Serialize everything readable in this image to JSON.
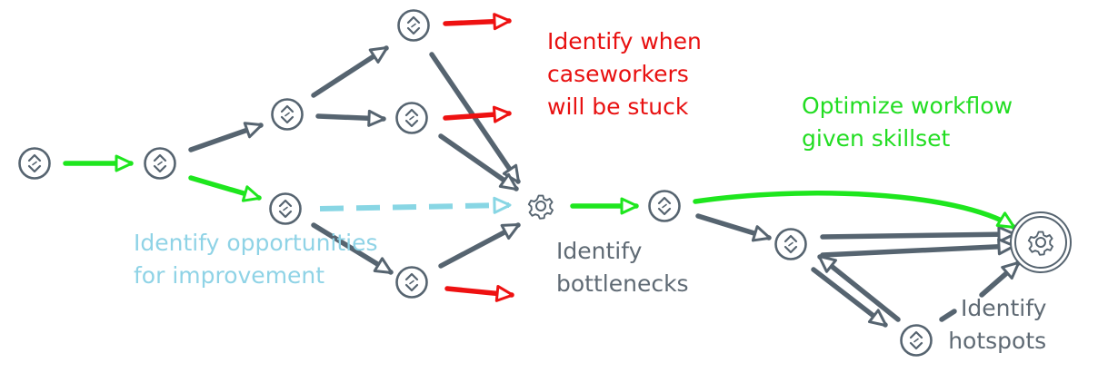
{
  "labels": {
    "stuck": [
      "Identify when",
      "caseworkers",
      "will be stuck"
    ],
    "optimize": [
      "Optimize workflow",
      "given skillset"
    ],
    "opportunities": [
      "Identify opportunities",
      "for improvement"
    ],
    "bottlenecks": [
      "Identify",
      "bottlenecks"
    ],
    "hotspots": [
      "Identify",
      "hotspots"
    ]
  },
  "colors": {
    "node": "#566470",
    "edge": "#566470",
    "green": "#1ee61e",
    "red": "#ee1111",
    "cyan": "#88d6e4",
    "stuck_text": "#e81010",
    "optimize_text": "#22dd22",
    "opportunities_text": "#8fd3e6",
    "gray_text": "#5f6a74"
  },
  "node_icons": {
    "step": "up-down-chevron-icon",
    "gear": "gear-icon"
  }
}
